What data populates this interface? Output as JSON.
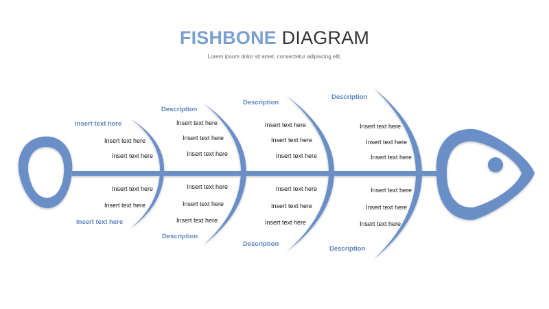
{
  "title": {
    "accent": "FISHBONE",
    "rest": " DIAGRAM"
  },
  "subtitle": "Lorem ipsum dolor sit amet, consectetur adipiscing elit,",
  "colors": {
    "fish": "#6a8fc7",
    "accent": "#7b9fcf",
    "heading": "#5b83bd"
  },
  "bones": [
    {
      "top_heading": "Insert text here",
      "top_items": [
        "Insert text here",
        "Insert text here"
      ],
      "bottom_items": [
        "Insert text here",
        "Insert text here"
      ],
      "bottom_heading": "Insert text here"
    },
    {
      "top_heading": "Description",
      "top_items": [
        "Insert text here",
        "Insert text here",
        "Insert text here"
      ],
      "bottom_items": [
        "Insert text here",
        "Insert text here",
        "Insert text here"
      ],
      "bottom_heading": "Description"
    },
    {
      "top_heading": "Description",
      "top_items": [
        "Insert text here",
        "Insert text here",
        "Insert text here"
      ],
      "bottom_items": [
        "Insert text here",
        "Insert text here",
        "Insert text here"
      ],
      "bottom_heading": "Description"
    },
    {
      "top_heading": "Description",
      "top_items": [
        "Insert text here",
        "Insert text here",
        "Insert text here"
      ],
      "bottom_items": [
        "Insert text here",
        "Insert text here",
        "Insert text here"
      ],
      "bottom_heading": "Description"
    }
  ]
}
